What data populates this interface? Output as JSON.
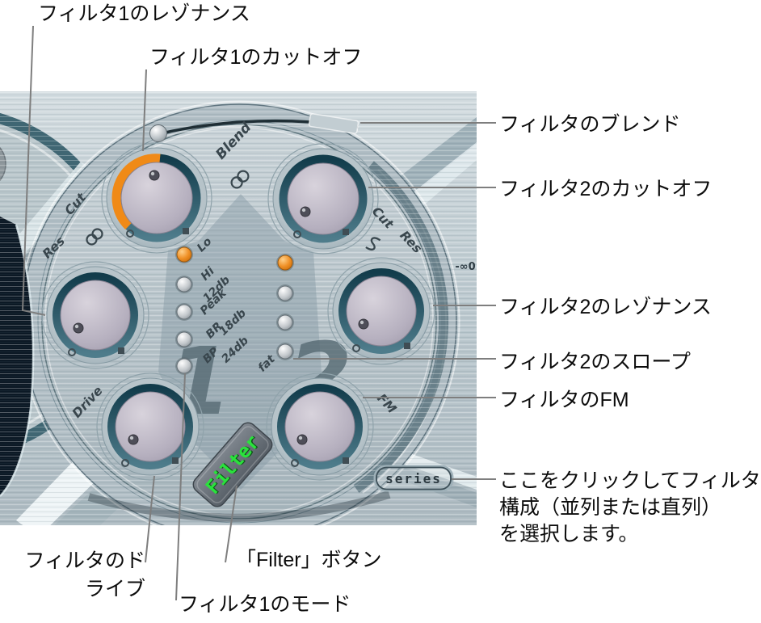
{
  "annotations": {
    "filter1_resonance": "フィルタ1のレゾナンス",
    "filter1_cutoff": "フィルタ1のカットオフ",
    "filter_blend": "フィルタのブレンド",
    "filter2_cutoff": "フィルタ2のカットオフ",
    "filter2_resonance": "フィルタ2のレゾナンス",
    "filter2_slope": "フィルタ2のスロープ",
    "filter_fm": "フィルタのFM",
    "series_note_line1": "ここをクリックしてフィルタ",
    "series_note_line2": "構成（並列または直列）",
    "series_note_line3": "を選択します。",
    "filter_drive_line1": "フィルタのド",
    "filter_drive_line2": "ライブ",
    "filter_button_note": "「Filter」ボタン",
    "filter1_mode": "フィルタ1のモード"
  },
  "panel": {
    "blend_label": "Blend",
    "filter1": {
      "number": "1",
      "cut_label": "Cut",
      "res_label": "Res",
      "drive_label": "Drive",
      "mode_options": [
        "Lo",
        "Hi",
        "Peak",
        "BR",
        "BP"
      ],
      "active_mode": "Lo"
    },
    "filter2": {
      "number": "2",
      "cut_label": "Cut",
      "res_label": "Res",
      "fm_label": "FM",
      "slope_options": [
        "12db",
        "18db",
        "24db",
        "fat"
      ],
      "active_slope": "12db"
    },
    "filter_button_label": "Filter",
    "series_button_label": "series",
    "db_scale_label": "-∞0",
    "colors": {
      "led_active": "#e8821c",
      "value_arc": "#f08a17",
      "filter_button_text": "#2ae23c",
      "panel_metal": "#b9c6cc",
      "ring_teal": "#1d4858"
    }
  }
}
